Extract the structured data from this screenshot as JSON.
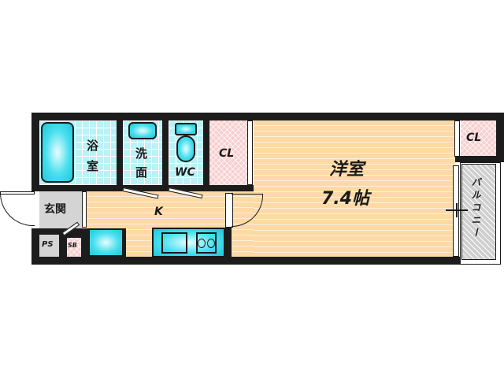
{
  "floor_plan": {
    "rooms": {
      "western_room": {
        "label": "洋室",
        "size": "7.4帖"
      },
      "bathroom": {
        "label_line1": "浴",
        "label_line2": "室"
      },
      "washroom": {
        "label_line1": "洗",
        "label_line2": "面"
      },
      "toilet": {
        "label": "WC"
      },
      "closet_left": {
        "label": "CL"
      },
      "closet_right": {
        "label": "CL"
      },
      "entrance": {
        "label": "玄関"
      },
      "kitchen": {
        "label": "K"
      },
      "pipe_space": {
        "label": "PS"
      },
      "shoe_box": {
        "label": "SB"
      },
      "balcony": {
        "label": "バルコニー"
      }
    },
    "colors": {
      "wall": "#1c1c1c",
      "wood_floor": "#fdd9a6",
      "tile_floor": "#b9f3f7",
      "fixture": "#49dfee",
      "closet": "#f8cfcf",
      "entrance_floor": "#d4d4d4",
      "balcony": "#cfcfcf"
    }
  }
}
